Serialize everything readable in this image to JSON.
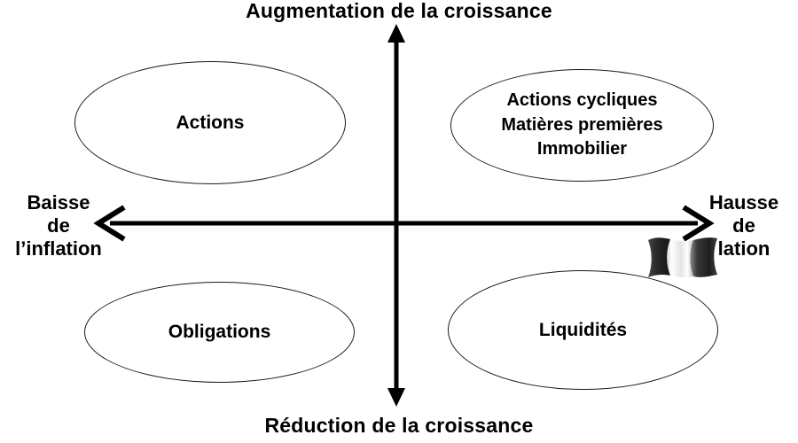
{
  "diagram": {
    "title_concept": "Investment clock / growth-inflation quadrant matrix",
    "axes": {
      "vertical": {
        "top_label": "Augmentation de la croissance",
        "bottom_label": "Réduction de la croissance",
        "name_top": "growth-increase-label",
        "name_bottom": "growth-decrease-label"
      },
      "horizontal": {
        "left_label_lines": [
          "Baisse",
          "de",
          "l’inflation"
        ],
        "right_label_lines": [
          "Hausse",
          "de",
          "lation"
        ],
        "name_left": "inflation-decrease-label",
        "name_right": "inflation-increase-label"
      }
    },
    "quadrants": [
      {
        "id": "top-left",
        "name": "equities",
        "lines": [
          "Actions"
        ]
      },
      {
        "id": "top-right",
        "name": "cyclicals-commodities-realestate",
        "lines": [
          "Actions cycliques",
          "Matières premières",
          "Immobilier"
        ]
      },
      {
        "id": "bottom-left",
        "name": "bonds",
        "lines": [
          "Obligations"
        ]
      },
      {
        "id": "bottom-right",
        "name": "cash",
        "lines": [
          "Liquidités"
        ]
      }
    ],
    "decoration": {
      "flag_icon_name": "waving-flag-icon",
      "description": "grayscale waving flag graphic overlapping right axis label"
    },
    "colors": {
      "background": "#ffffff",
      "stroke": "#000000",
      "ellipse_stroke": "#1a1a1a",
      "text": "#000000",
      "flag_dark": "#2b2b2b",
      "flag_light": "#f2f2f2",
      "flag_mid": "#8a8a8a"
    }
  }
}
